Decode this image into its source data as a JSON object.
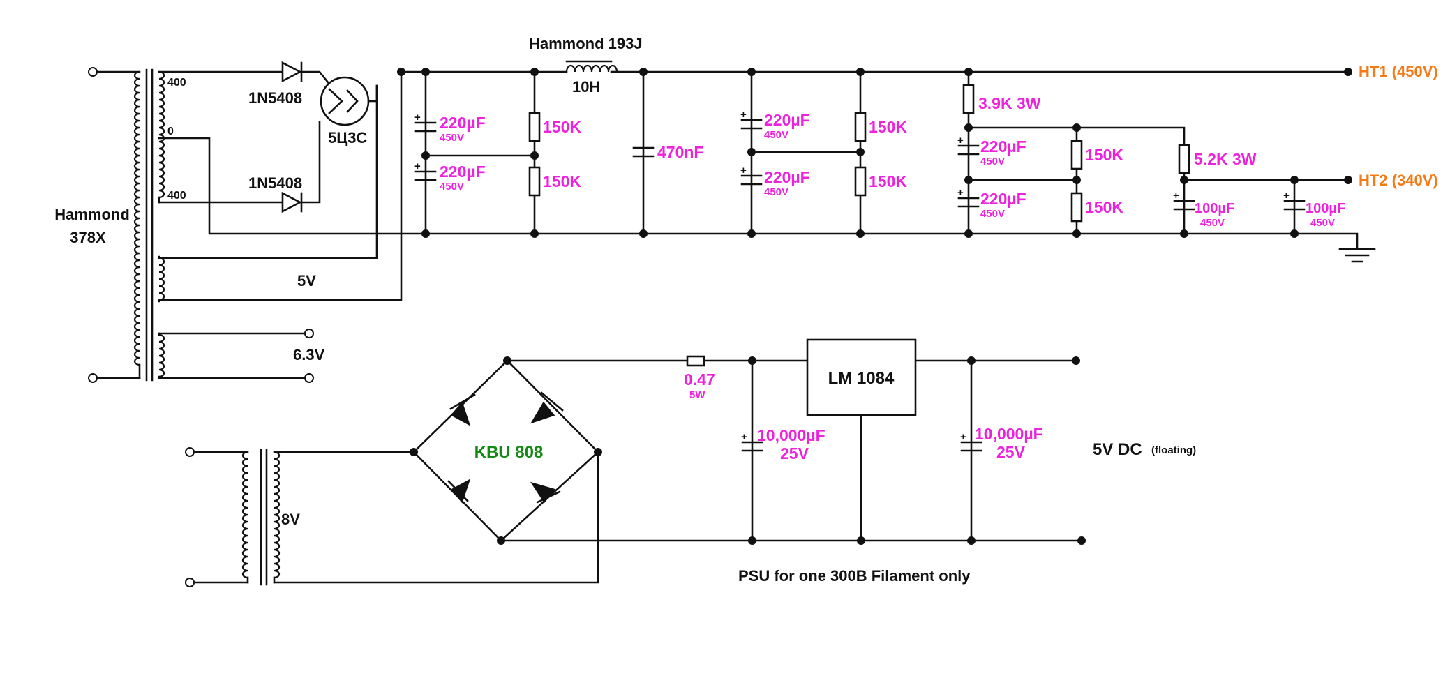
{
  "colors": {
    "wire": "#111111",
    "value": "#ee22dd",
    "output": "#f47a16",
    "bridge": "#138a13"
  },
  "transformer_main": {
    "name": "Hammond",
    "model": "378X",
    "taps": [
      "400",
      "0",
      "400"
    ],
    "heater_5v": "5V",
    "heater_63v": "6.3V"
  },
  "rectifier": {
    "diode_top": "1N5408",
    "diode_bottom": "1N5408",
    "tube": "5Ц3С"
  },
  "choke": {
    "name": "Hammond 193J",
    "value": "10H"
  },
  "caps": {
    "c1a": "220µF",
    "c1a_v": "450V",
    "c1b": "220µF",
    "c1b_v": "450V",
    "film": "470nF",
    "c2a": "220µF",
    "c2a_v": "450V",
    "c2b": "220µF",
    "c2b_v": "450V",
    "c3a": "220µF",
    "c3a_v": "450V",
    "c3b": "220µF",
    "c3b_v": "450V",
    "c4a": "100µF",
    "c4a_v": "450V",
    "c4b": "100µF",
    "c4b_v": "450V"
  },
  "resistors": {
    "r1a": "150K",
    "r1b": "150K",
    "r2a": "150K",
    "r2b": "150K",
    "r3a": "150K",
    "r3b": "150K",
    "rdrop1": "3.9K 3W",
    "rdrop2": "5.2K 3W"
  },
  "outputs": {
    "ht1": "HT1 (450V)",
    "ht2": "HT2 (340V)"
  },
  "filament_psu": {
    "transformer": "8V",
    "bridge": "KBU 808",
    "resistor": "0.47",
    "resistor_w": "5W",
    "regulator": "LM 1084",
    "cap_in": "10,000µF",
    "cap_in_v": "25V",
    "cap_out": "10,000µF",
    "cap_out_v": "25V",
    "output": "5V DC",
    "output_note": "(floating)",
    "caption": "PSU for one 300B Filament only"
  }
}
